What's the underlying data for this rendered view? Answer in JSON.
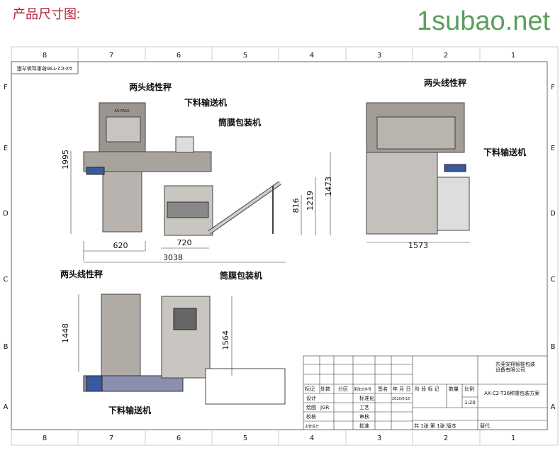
{
  "heading": "产品尺寸图:",
  "drawing_code_rotated": "AX-C2-T36称重包装方案",
  "column_numbers": [
    "8",
    "7",
    "6",
    "5",
    "4",
    "3",
    "2",
    "1"
  ],
  "row_letters": [
    "F",
    "E",
    "D",
    "C",
    "B",
    "A"
  ],
  "labels": {
    "weigher_front": "两头线性秤",
    "conveyor_front": "下料输送机",
    "packer_front": "筒膜包装机",
    "weigher_side": "两头线性秤",
    "conveyor_side": "下料输送机",
    "weigher_top": "两头线性秤",
    "packer_top": "筒膜包装机",
    "conveyor_top": "下料输送机",
    "brand": "AX-PACK"
  },
  "dimensions": {
    "height_1995": "1995",
    "width_620": "620",
    "width_720": "720",
    "width_3038": "3038",
    "height_816": "816",
    "height_1219": "1219",
    "height_1473": "1473",
    "width_1573": "1573",
    "height_1448": "1448",
    "height_1564": "1564"
  },
  "title_block": {
    "company_line1": "东莞安翔智能包装",
    "company_line2": "设备有限公司",
    "headers": [
      "标记",
      "处数",
      "分区",
      "更改文件号",
      "签名",
      "年 月 日"
    ],
    "stage_header": "阶 段 标 记",
    "qty_header": "数量",
    "scale_header": "比例",
    "scale": "1:20",
    "drawing_name": "AX-C2-T36称重包装方案",
    "design": "设计",
    "standardize": "标准化",
    "date": "2020/6/10",
    "drafting": "绘图",
    "drafter": "JGR",
    "process": "工艺",
    "check": "校核",
    "review": "审核",
    "chief_design": "主管设计",
    "approve": "批准",
    "sheets": "共 1张 第 1张 版本",
    "replace": "替代"
  },
  "watermark": "1subao.net"
}
